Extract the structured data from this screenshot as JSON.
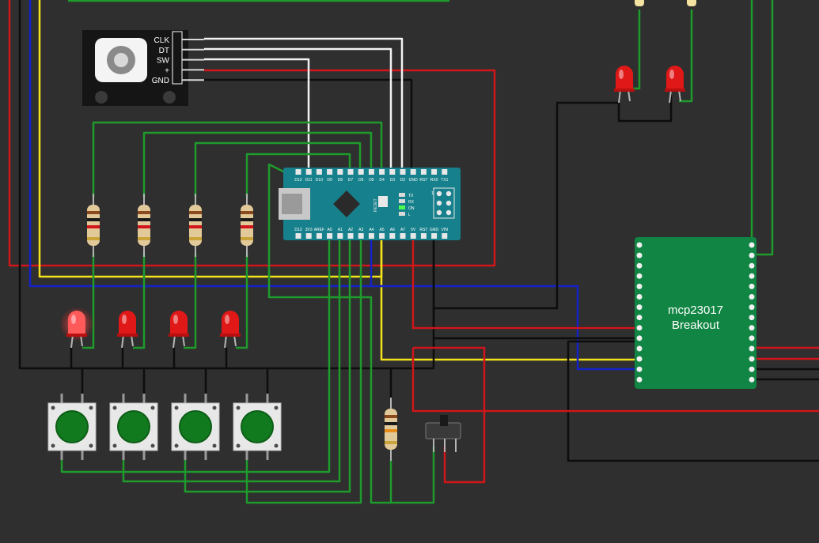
{
  "colors": {
    "background": "#2f2f2f",
    "wire_red": "#d0161a",
    "wire_black": "#0d0d0d",
    "wire_green": "#1f9b2c",
    "wire_blue": "#1422c8",
    "wire_yellow": "#f3e21c",
    "wire_white": "#f2f2f2",
    "arduino_board": "#16818c",
    "expander_board": "#118543",
    "led_red": "#e01818",
    "button_cap": "#117a1f"
  },
  "encoder": {
    "pins": [
      "CLK",
      "DT",
      "SW",
      "+",
      "GND"
    ]
  },
  "arduino": {
    "top_pins": [
      "D12",
      "D11",
      "D10",
      "D9",
      "D8",
      "D7",
      "D6",
      "D5",
      "D4",
      "D3",
      "D2",
      "GND",
      "RST",
      "RX0",
      "TX1"
    ],
    "bottom_pins": [
      "D13",
      "3V3",
      "AREF",
      "A0",
      "A1",
      "A2",
      "A3",
      "A4",
      "A5",
      "A6",
      "A7",
      "5V",
      "RST",
      "GND",
      "VIN"
    ],
    "status_leds": [
      "TX",
      "RX",
      "ON",
      "L"
    ],
    "reset_label": "RESET",
    "icsp_label": "1"
  },
  "expander": {
    "title_line1": "mcp23017",
    "title_line2": "Breakout"
  },
  "components": {
    "leds_top": [
      "led-top-left",
      "led-top-right"
    ],
    "leds_bottom": [
      "led-1",
      "led-2",
      "led-3",
      "led-4"
    ],
    "led_lit": [
      true,
      false,
      false,
      false
    ],
    "resistors": [
      "r1",
      "r2",
      "r3",
      "r4",
      "r5"
    ],
    "buttons": [
      "button-1",
      "button-2",
      "button-3",
      "button-4"
    ],
    "switch": "slide-switch"
  }
}
